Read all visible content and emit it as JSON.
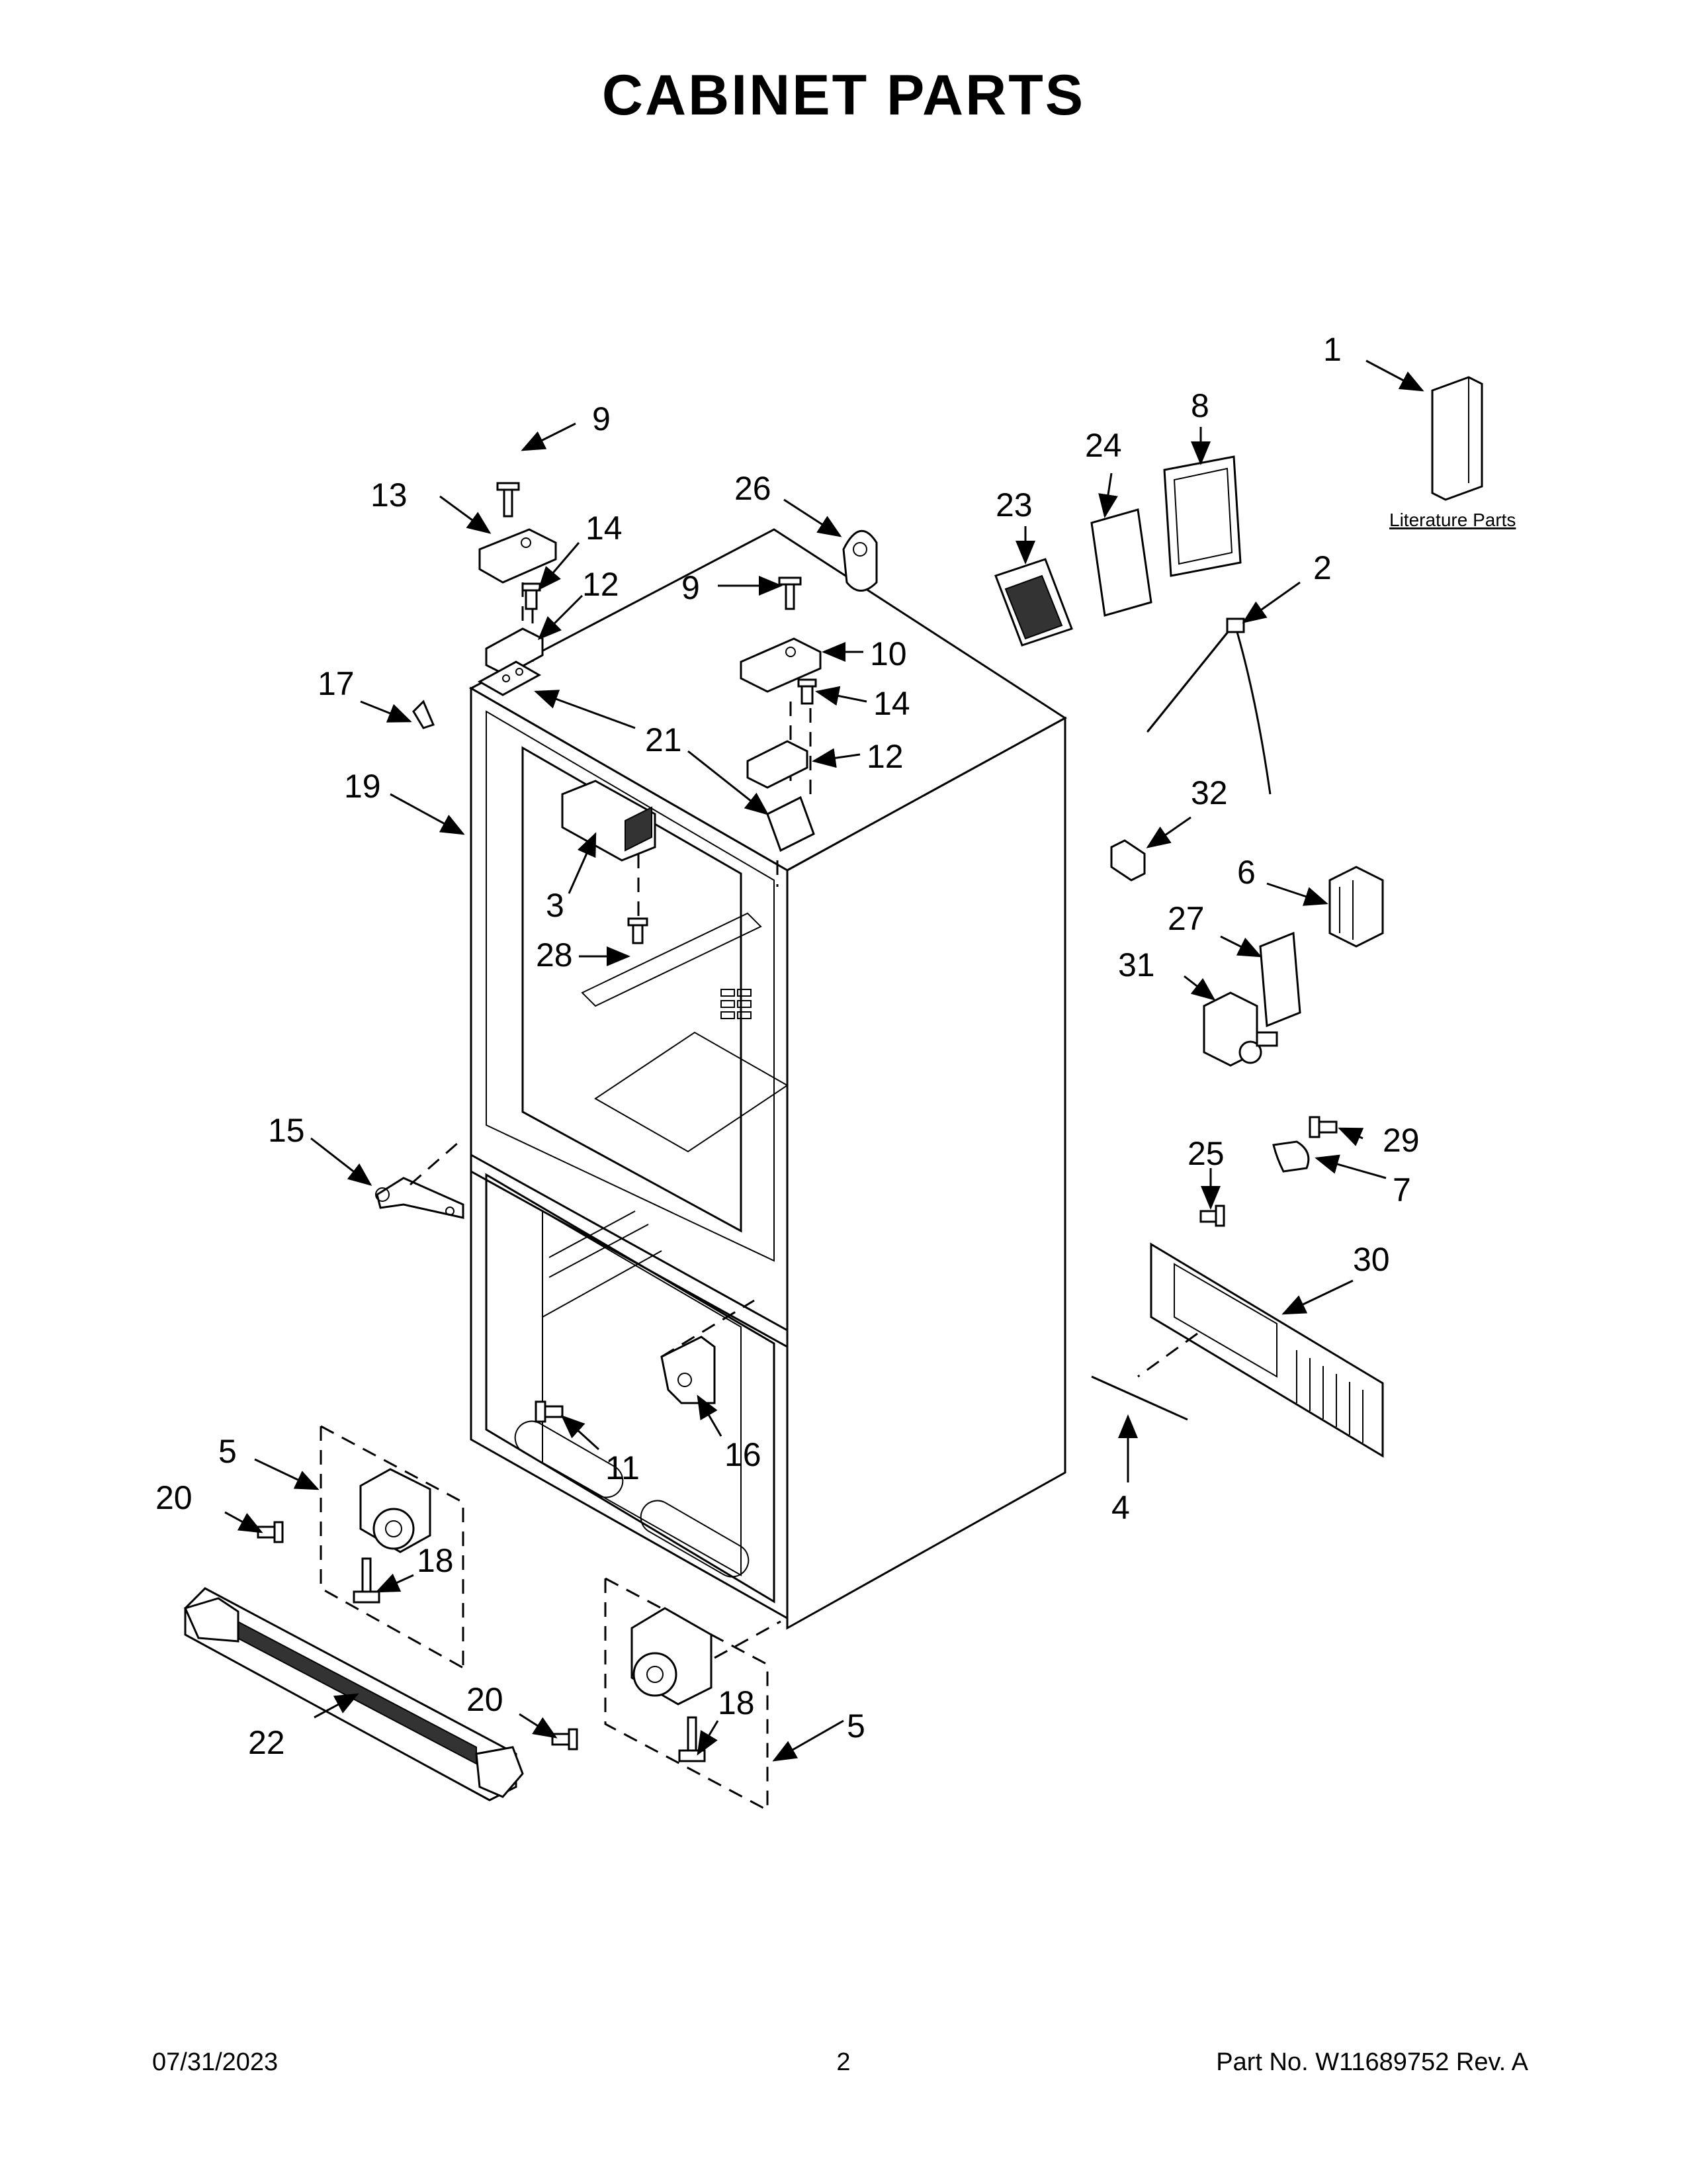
{
  "page": {
    "title": "CABINET PARTS",
    "footer_date": "07/31/2023",
    "footer_page": "2",
    "footer_part": "Part No.  W11689752  Rev.  A"
  },
  "literature_label": "Literature Parts",
  "callouts": {
    "c1": "1",
    "c2": "2",
    "c3": "3",
    "c4": "4",
    "c5a": "5",
    "c5b": "5",
    "c6": "6",
    "c7": "7",
    "c8": "8",
    "c9a": "9",
    "c9b": "9",
    "c10": "10",
    "c11": "11",
    "c12a": "12",
    "c12b": "12",
    "c13": "13",
    "c14a": "14",
    "c14b": "14",
    "c15": "15",
    "c16": "16",
    "c17": "17",
    "c18a": "18",
    "c18b": "18",
    "c19": "19",
    "c20a": "20",
    "c20b": "20",
    "c21": "21",
    "c22": "22",
    "c23": "23",
    "c24": "24",
    "c25": "25",
    "c26": "26",
    "c27": "27",
    "c28": "28",
    "c29": "29",
    "c30": "30",
    "c31": "31",
    "c32": "32"
  }
}
